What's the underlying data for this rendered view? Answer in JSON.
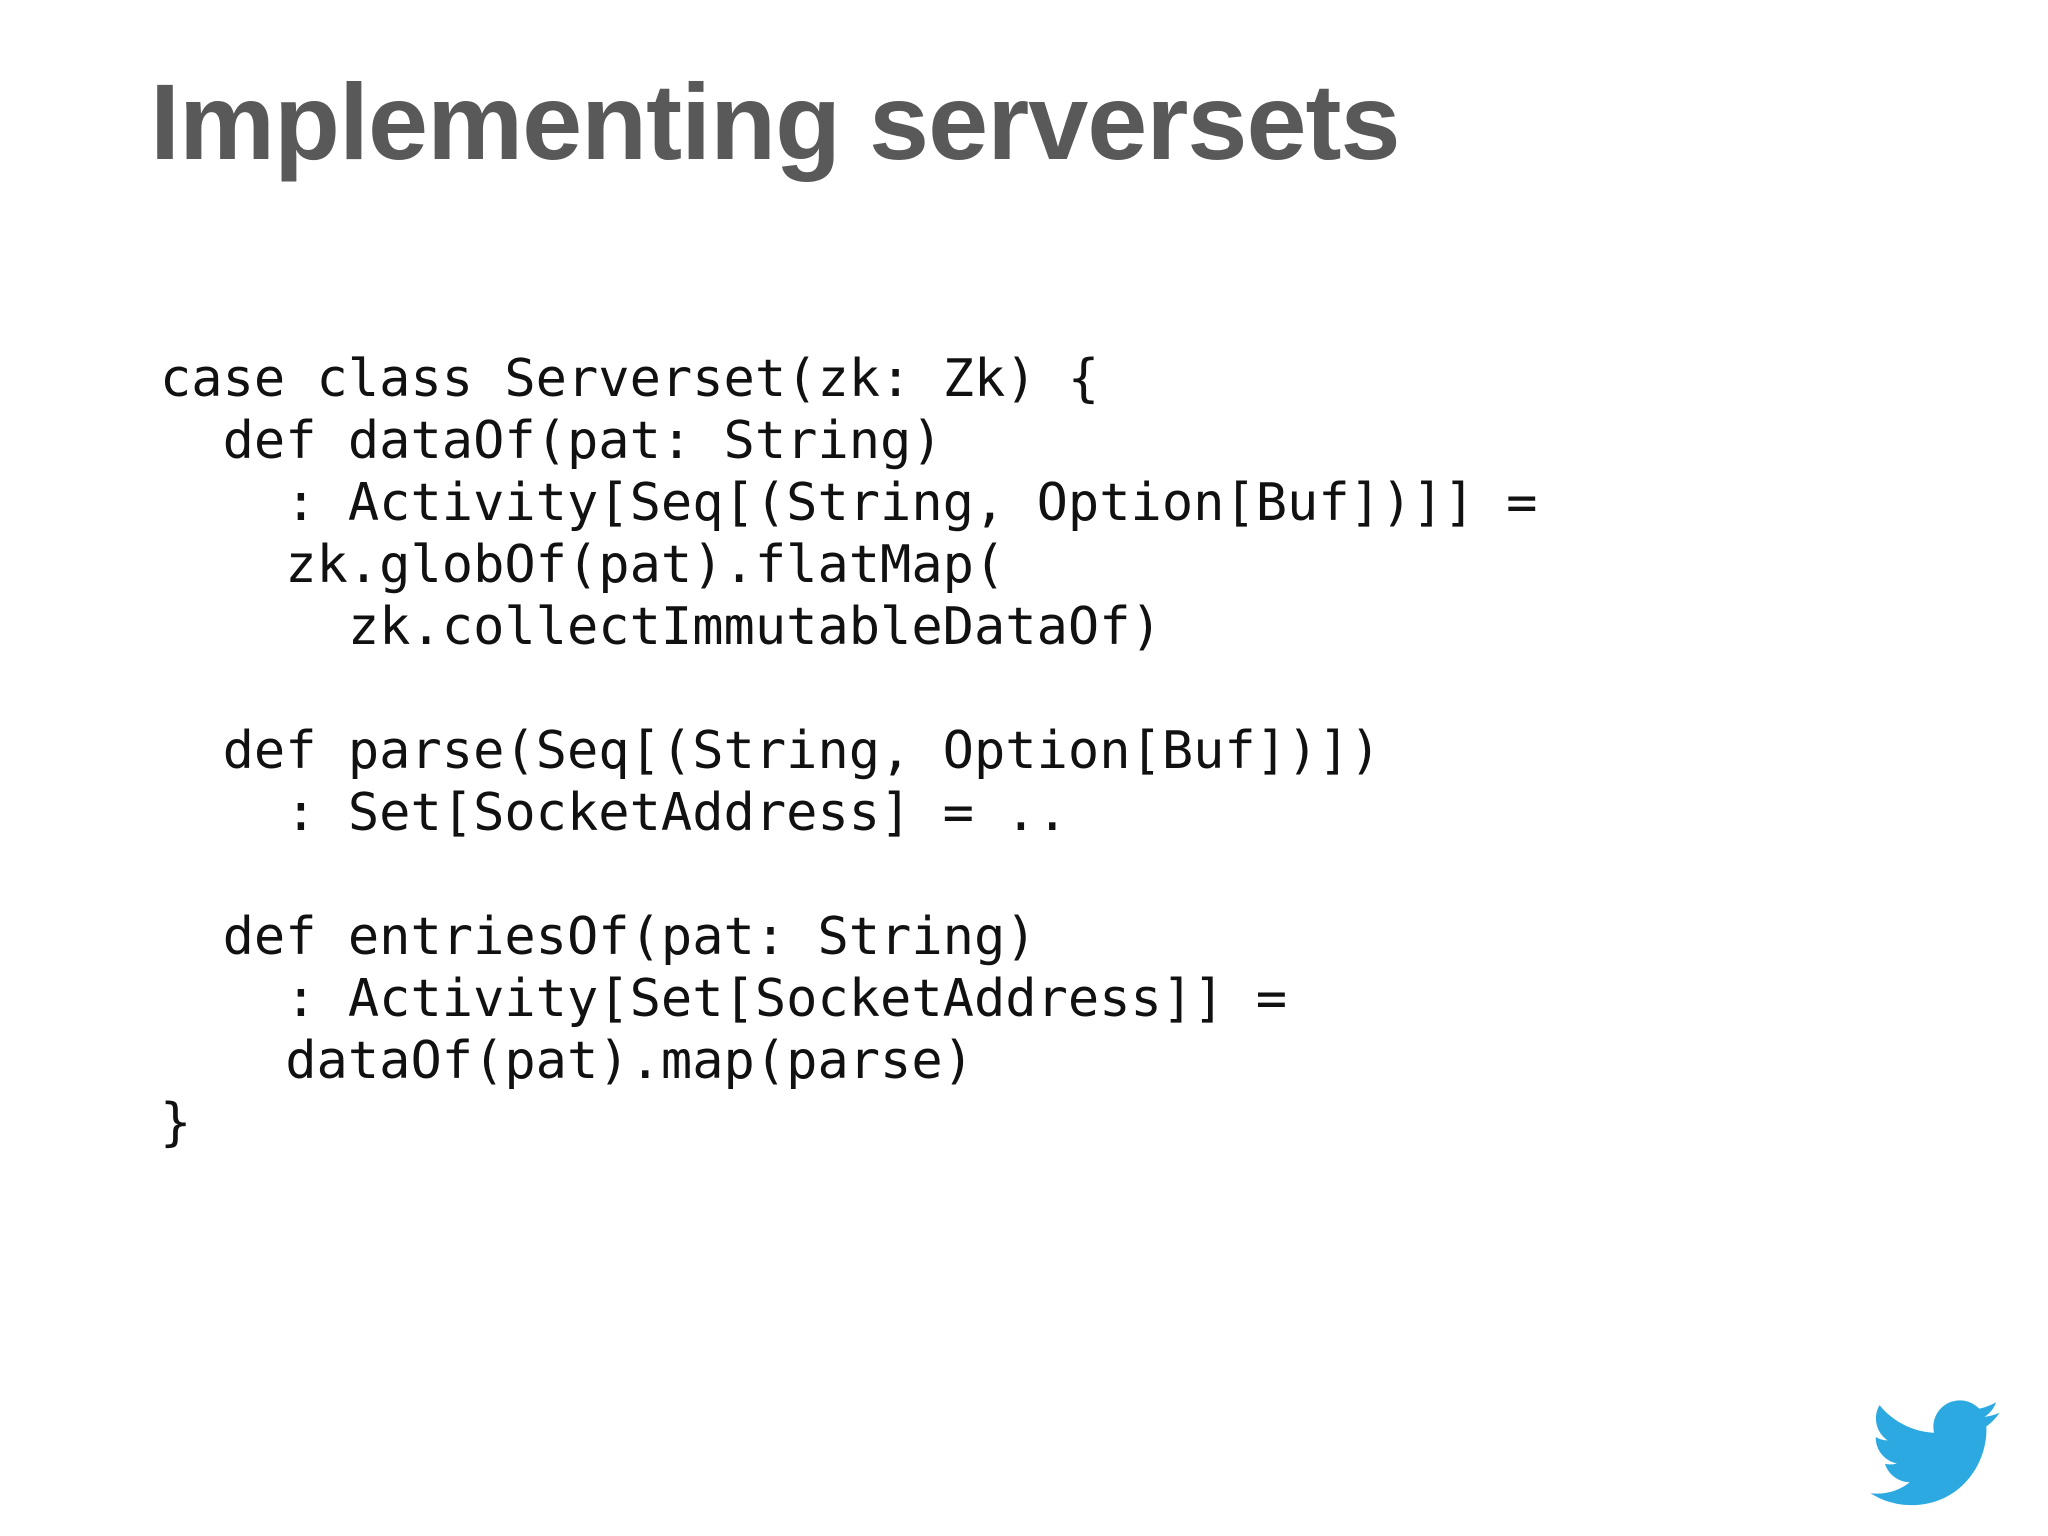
{
  "slide": {
    "title": "Implementing serversets",
    "title_color": "#595959",
    "background_color": "#ffffff",
    "code_color": "#111111",
    "code": [
      "case class Serverset(zk: Zk) {",
      "  def dataOf(pat: String)",
      "    : Activity[Seq[(String, Option[Buf])]] =",
      "    zk.globOf(pat).flatMap(",
      "      zk.collectImmutableDataOf)",
      "",
      "  def parse(Seq[(String, Option[Buf])])",
      "    : Set[SocketAddress] = ..",
      "",
      "  def entriesOf(pat: String)",
      "    : Activity[Set[SocketAddress]] =",
      "    dataOf(pat).map(parse)",
      "}"
    ],
    "logo": {
      "name": "twitter-bird-logo",
      "color": "#2CA9E1"
    }
  }
}
